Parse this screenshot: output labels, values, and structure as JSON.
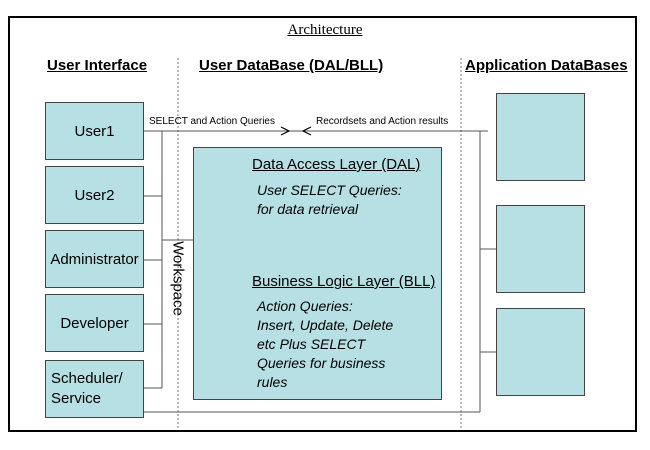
{
  "diagram": {
    "title": "Architecture",
    "columns": {
      "user_interface": "User Interface",
      "user_database": "User DataBase (DAL/BLL)",
      "application_databases": "Application DataBases"
    },
    "users": [
      {
        "label": "User1"
      },
      {
        "label": "User2"
      },
      {
        "label": "Administrator"
      },
      {
        "label": "Developer"
      },
      {
        "label": "Scheduler/\nService"
      }
    ],
    "arrows": {
      "select_label": "SELECT and Action Queries",
      "results_label": "Recordsets and Action results"
    },
    "workspace": {
      "label": "Workspace",
      "dal": {
        "title": "Data Access Layer (DAL)",
        "body": "User SELECT Queries:\nfor data retrieval"
      },
      "bll": {
        "title": "Business Logic Layer (BLL)",
        "body": "Action Queries:\nInsert, Update, Delete\netc Plus SELECT\nQueries for business\nrules"
      }
    },
    "colors": {
      "box_fill": "#b6e0e4",
      "line": "#555555"
    }
  }
}
